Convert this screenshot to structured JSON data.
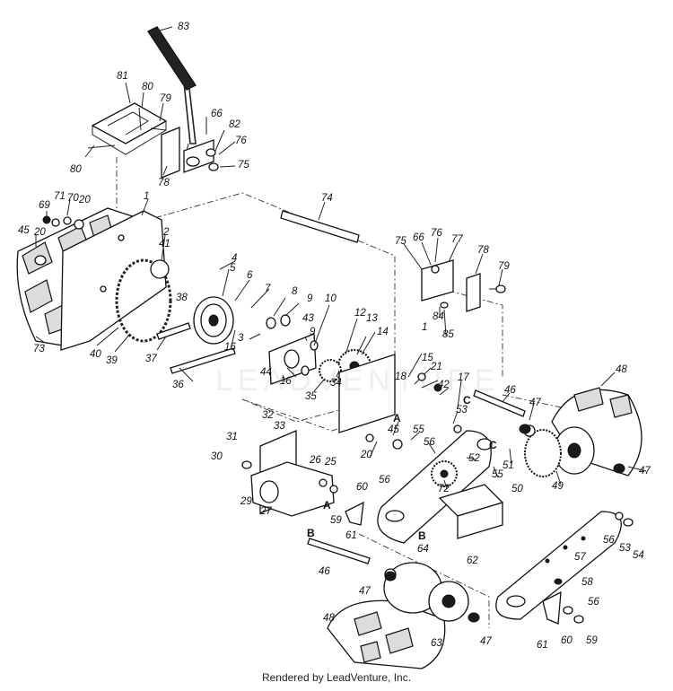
{
  "footer": "Rendered by LeadVenture, Inc.",
  "watermark": "LEADVENTURE",
  "labels": {
    "l83": "83",
    "l81": "81",
    "l80a": "80",
    "l79a": "79",
    "l66a": "66",
    "l82": "82",
    "l76a": "76",
    "l75a": "75",
    "l78a": "78",
    "l80b": "80",
    "l74": "74",
    "l69": "69",
    "l71": "71",
    "l70": "70",
    "l20a": "20",
    "l1a": "1",
    "l45a": "45",
    "l20b": "20",
    "l2": "2",
    "l41": "41",
    "l73": "73",
    "l40": "40",
    "l39": "39",
    "l37": "37",
    "l4": "4",
    "l5": "5",
    "l6": "6",
    "l7": "7",
    "l38": "38",
    "l8": "8",
    "l9a": "9",
    "l10": "10",
    "l43": "43",
    "l12": "12",
    "l13": "13",
    "l14": "14",
    "l16a": "16",
    "l3": "3",
    "l9b": "9",
    "l44": "44",
    "l16b": "16",
    "l36": "36",
    "l35": "35",
    "l34": "34",
    "l75b": "75",
    "l66b": "66",
    "l76b": "76",
    "l77": "77",
    "l78b": "78",
    "l79b": "79",
    "l84": "84",
    "l85": "85",
    "l1b": "1",
    "l15": "15",
    "l21": "21",
    "l18": "18",
    "l17": "17",
    "l42": "42",
    "l46a": "46",
    "l47a": "47",
    "l48a": "48",
    "l53a": "53",
    "l45b": "45",
    "l55a": "55",
    "l20c": "20",
    "l56a": "56",
    "l52": "52",
    "l51": "51",
    "l50": "50",
    "l49": "49",
    "l47b": "47",
    "l72": "72",
    "l32": "32",
    "l33": "33",
    "l31": "31",
    "l30": "30",
    "l26": "26",
    "l25": "25",
    "l60a": "60",
    "l56b": "56",
    "l29": "29",
    "l27": "27",
    "l59a": "59",
    "l61a": "61",
    "l55b": "55",
    "l64": "64",
    "l62": "62",
    "l56c": "56",
    "l53b": "53",
    "l54": "54",
    "l57": "57",
    "l46b": "46",
    "l58": "58",
    "l47c": "47",
    "l56d": "56",
    "l48b": "48",
    "l63": "63",
    "l47d": "47",
    "l61b": "61",
    "l60b": "60",
    "l59b": "59"
  },
  "letters": {
    "A1": "A",
    "A2": "A",
    "B1": "B",
    "B2": "B",
    "C1": "C",
    "C2": "C"
  }
}
